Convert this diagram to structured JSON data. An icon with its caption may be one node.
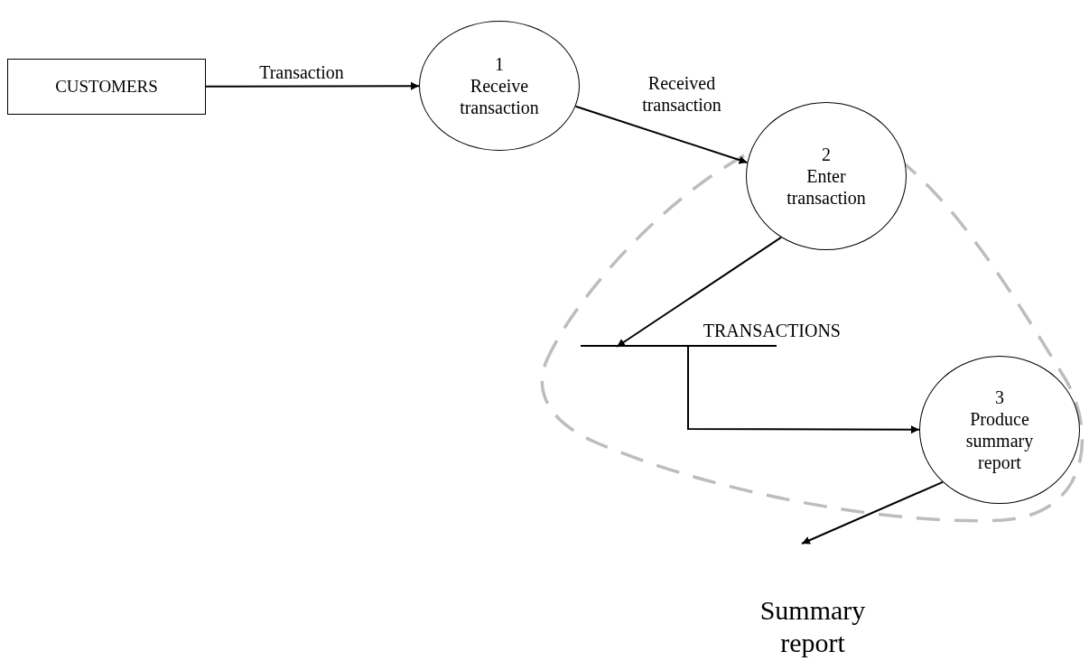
{
  "diagram": {
    "nodes": [
      {
        "text": [
          "CUSTOMERS"
        ]
      },
      {
        "text": [
          "1",
          "Receive transaction"
        ]
      },
      {
        "text": [
          "2",
          "Enter transaction"
        ]
      },
      {
        "text": [
          "TRANSACTIONS"
        ]
      },
      {
        "text": [
          "3",
          "Produce summary report"
        ]
      },
      {
        "text": [
          "Summary report"
        ]
      }
    ],
    "edges": [
      {
        "from": 0,
        "to": 1,
        "arrow": "to",
        "label": "Transaction"
      },
      {
        "from": 1,
        "to": 2,
        "arrow": "to",
        "label": "Received transaction"
      },
      {
        "from": 2,
        "to": 3,
        "arrow": "to"
      },
      {
        "from": 3,
        "to": 4,
        "arrow": "to"
      },
      {
        "from": 4,
        "to": 5,
        "arrow": "to"
      }
    ]
  }
}
